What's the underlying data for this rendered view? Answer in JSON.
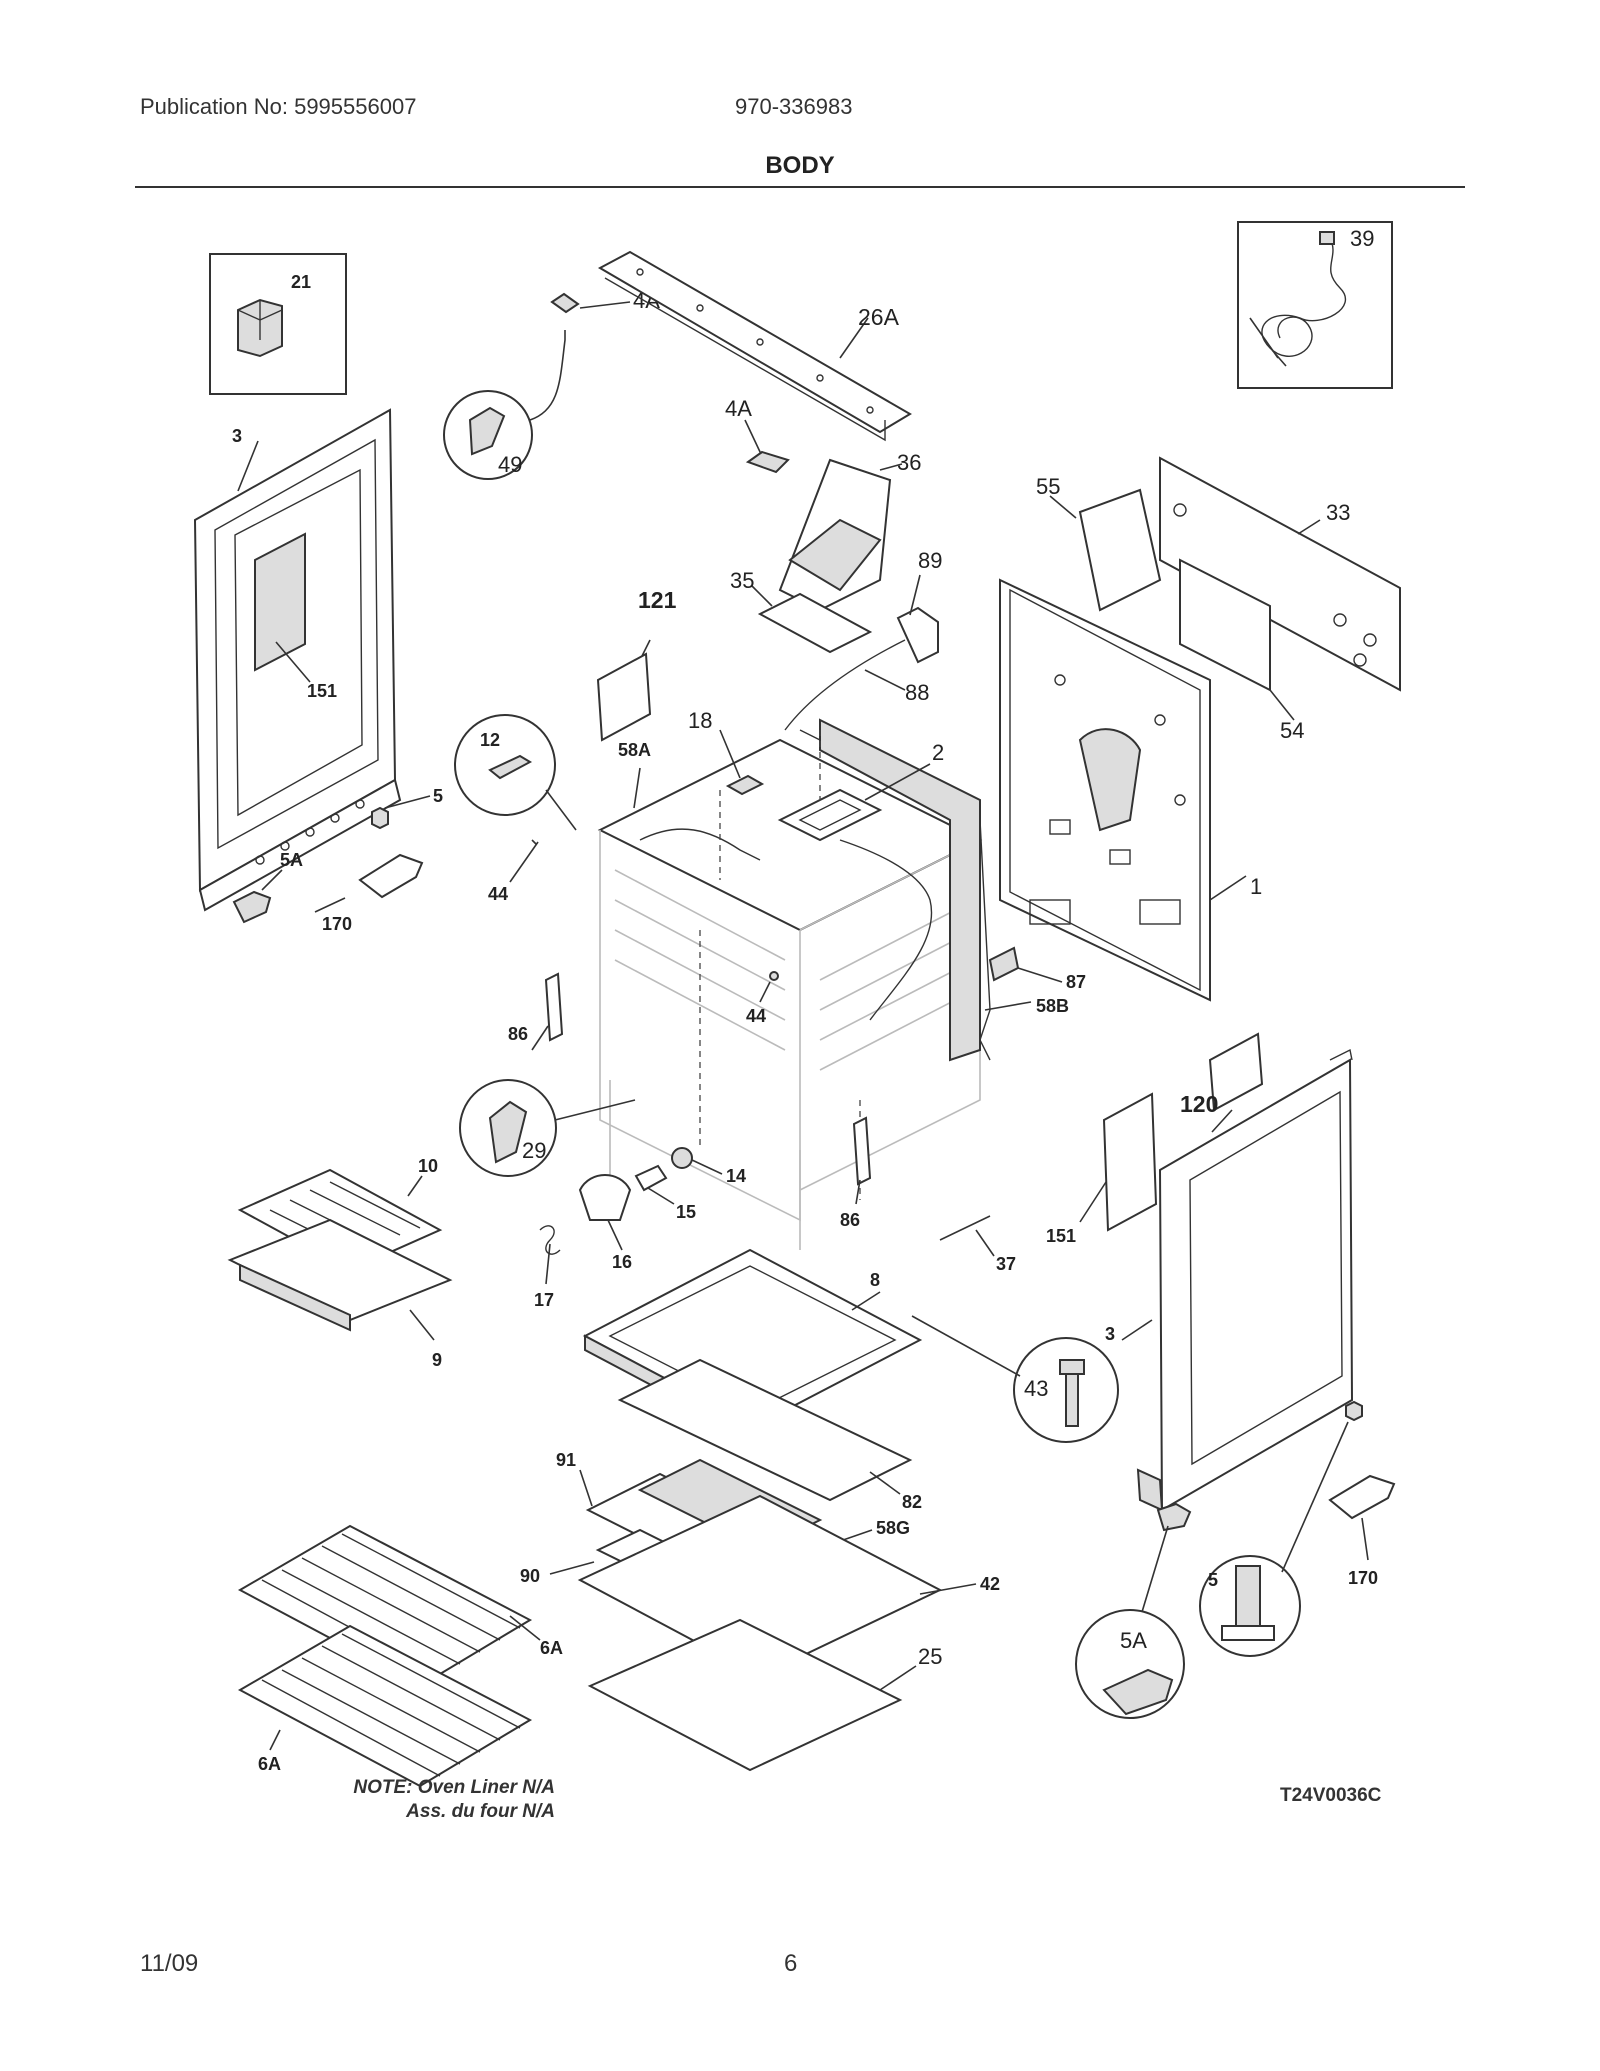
{
  "header": {
    "publication": "Publication No: 5995556007",
    "model": "970-336983",
    "title": "BODY"
  },
  "footer": {
    "date": "11/09",
    "page": "6"
  },
  "note": {
    "line1": "NOTE: Oven Liner N/A",
    "line2": "Ass. du four N/A"
  },
  "diagram_code": "T24V0036C",
  "callouts": {
    "c21": "21",
    "c3_left": "3",
    "c151_left": "151",
    "c5_left": "5",
    "c5A_left": "5A",
    "c170_left": "170",
    "c49": "49",
    "c4A_top": "4A",
    "c26A": "26A",
    "c4A_mid": "4A",
    "c36": "36",
    "c35": "35",
    "c89": "89",
    "c88": "88",
    "c121": "121",
    "c12": "12",
    "c18": "18",
    "c58A": "58A",
    "c2": "2",
    "c44_left": "44",
    "c39": "39",
    "c55": "55",
    "c33": "33",
    "c54": "54",
    "c1": "1",
    "c87": "87",
    "c58B": "58B",
    "c86_left": "86",
    "c44_mid": "44",
    "c120": "120",
    "c29": "29",
    "c10": "10",
    "c14": "14",
    "c15": "15",
    "c16": "16",
    "c17": "17",
    "c9": "9",
    "c86_right": "86",
    "c151_right": "151",
    "c37": "37",
    "c8": "8",
    "c3_right": "3",
    "c43": "43",
    "c91": "91",
    "c82": "82",
    "c58G": "58G",
    "c90": "90",
    "c42": "42",
    "c25": "25",
    "c6A_top": "6A",
    "c6A_bottom": "6A",
    "c5_right": "5",
    "c5A_right": "5A",
    "c170_right": "170"
  }
}
